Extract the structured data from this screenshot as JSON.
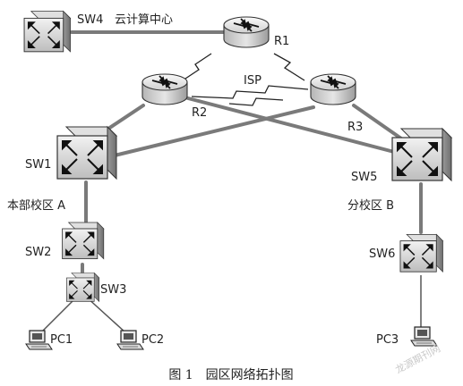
{
  "labels": {
    "sw4": "SW4",
    "cloud_center": "云计算中心",
    "r1": "R1",
    "isp": "ISP",
    "r2": "R2",
    "r3": "R3",
    "sw1": "SW1",
    "sw5": "SW5",
    "campus_a": "本部校区 A",
    "campus_b": "分校区 B",
    "sw2": "SW2",
    "sw6": "SW6",
    "sw3": "SW3",
    "pc1": "PC1",
    "pc2": "PC2",
    "pc3": "PC3"
  },
  "caption": "图 1　园区网络拓扑图",
  "watermark": "龙源期刊网",
  "icons": {
    "switch": "switch-icon",
    "router": "router-icon",
    "pc": "pc-icon",
    "serial_link": "serial-link-icon"
  }
}
